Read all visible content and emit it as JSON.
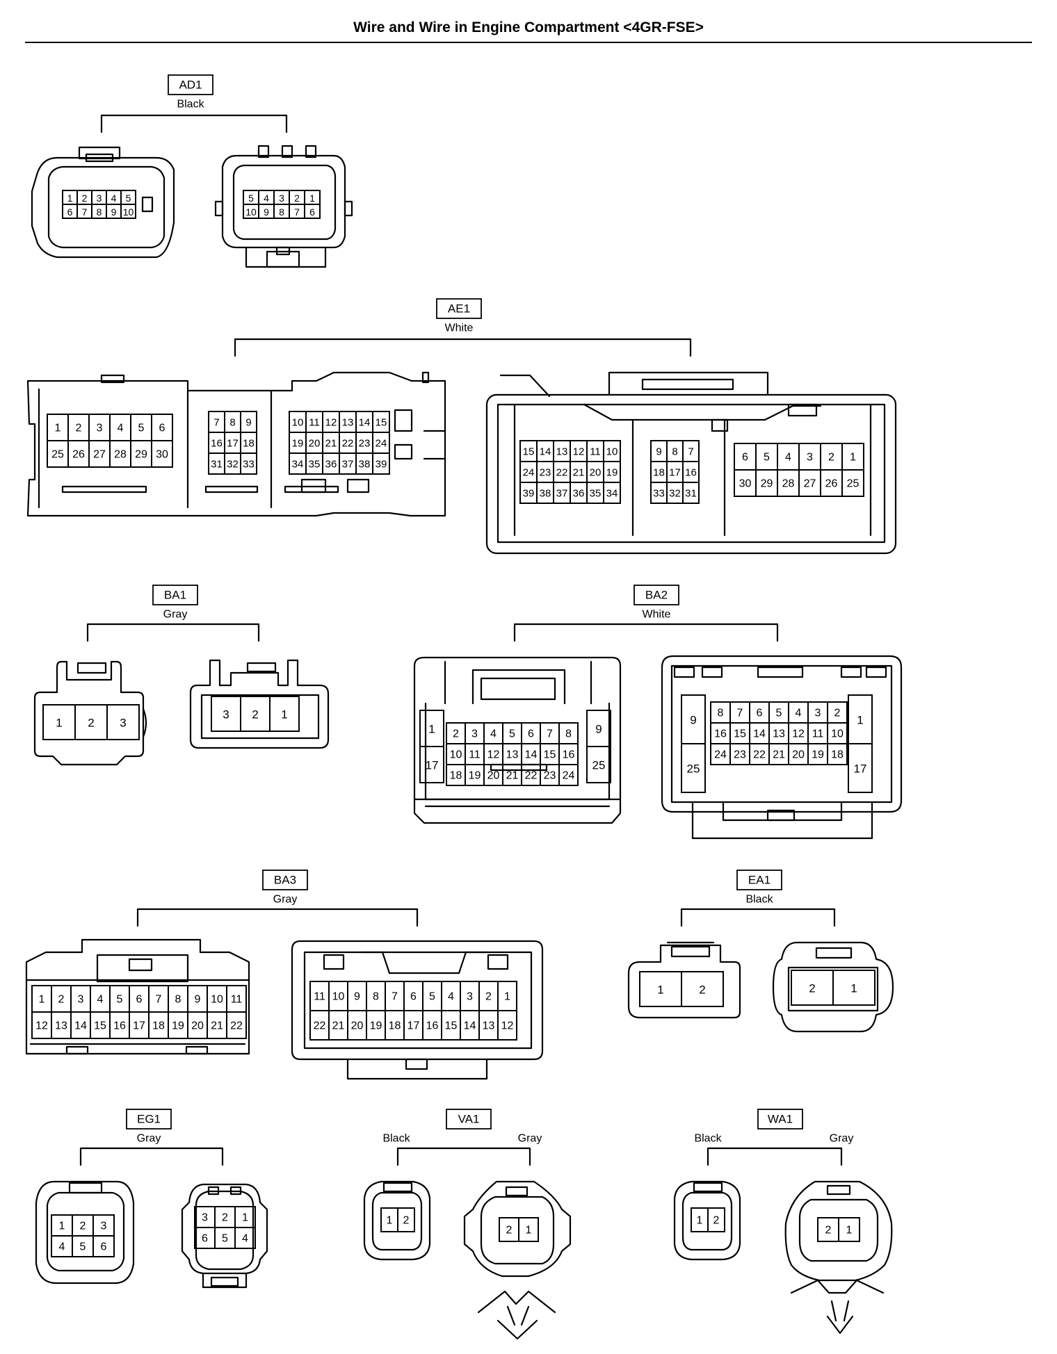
{
  "page": {
    "title": "Wire and Wire in Engine Compartment <4GR-FSE>"
  },
  "connectors": {
    "AD1": {
      "code": "AD1",
      "color": "Black",
      "left": {
        "rows": [
          [
            "1",
            "2",
            "3",
            "4",
            "5"
          ],
          [
            "6",
            "7",
            "8",
            "9",
            "10"
          ]
        ]
      },
      "right": {
        "rows": [
          [
            "5",
            "4",
            "3",
            "2",
            "1"
          ],
          [
            "10",
            "9",
            "8",
            "7",
            "6"
          ]
        ]
      }
    },
    "AE1": {
      "code": "AE1",
      "color": "White",
      "left": {
        "blocks": [
          [
            [
              "1",
              "2",
              "3",
              "4",
              "5",
              "6"
            ],
            [
              "25",
              "26",
              "27",
              "28",
              "29",
              "30"
            ]
          ],
          [
            [
              "7",
              "8",
              "9"
            ],
            [
              "16",
              "17",
              "18"
            ],
            [
              "31",
              "32",
              "33"
            ]
          ],
          [
            [
              "10",
              "11",
              "12",
              "13",
              "14",
              "15"
            ],
            [
              "19",
              "20",
              "21",
              "22",
              "23",
              "24"
            ],
            [
              "34",
              "35",
              "36",
              "37",
              "38",
              "39"
            ]
          ]
        ]
      },
      "right": {
        "blocks": [
          [
            [
              "15",
              "14",
              "13",
              "12",
              "11",
              "10"
            ],
            [
              "24",
              "23",
              "22",
              "21",
              "20",
              "19"
            ],
            [
              "39",
              "38",
              "37",
              "36",
              "35",
              "34"
            ]
          ],
          [
            [
              "9",
              "8",
              "7"
            ],
            [
              "18",
              "17",
              "16"
            ],
            [
              "33",
              "32",
              "31"
            ]
          ],
          [
            [
              "6",
              "5",
              "4",
              "3",
              "2",
              "1"
            ],
            [
              "30",
              "29",
              "28",
              "27",
              "26",
              "25"
            ]
          ]
        ]
      }
    },
    "BA1": {
      "code": "BA1",
      "color": "Gray",
      "left": {
        "rows": [
          [
            "1",
            "2",
            "3"
          ]
        ]
      },
      "right": {
        "rows": [
          [
            "3",
            "2",
            "1"
          ]
        ]
      }
    },
    "BA2": {
      "code": "BA2",
      "color": "White",
      "left": {
        "side_left": [
          "1",
          "17"
        ],
        "rows": [
          [
            "2",
            "3",
            "4",
            "5",
            "6",
            "7",
            "8"
          ],
          [
            "10",
            "11",
            "12",
            "13",
            "14",
            "15",
            "16"
          ],
          [
            "18",
            "19",
            "20",
            "21",
            "22",
            "23",
            "24"
          ]
        ],
        "side_right": [
          "9",
          "25"
        ]
      },
      "right": {
        "side_left": [
          "9",
          "25"
        ],
        "rows": [
          [
            "8",
            "7",
            "6",
            "5",
            "4",
            "3",
            "2"
          ],
          [
            "16",
            "15",
            "14",
            "13",
            "12",
            "11",
            "10"
          ],
          [
            "24",
            "23",
            "22",
            "21",
            "20",
            "19",
            "18"
          ]
        ],
        "side_right": [
          "1",
          "17"
        ]
      }
    },
    "BA3": {
      "code": "BA3",
      "color": "Gray",
      "left": {
        "rows": [
          [
            "1",
            "2",
            "3",
            "4",
            "5",
            "6",
            "7",
            "8",
            "9",
            "10",
            "11"
          ],
          [
            "12",
            "13",
            "14",
            "15",
            "16",
            "17",
            "18",
            "19",
            "20",
            "21",
            "22"
          ]
        ]
      },
      "right": {
        "rows": [
          [
            "11",
            "10",
            "9",
            "8",
            "7",
            "6",
            "5",
            "4",
            "3",
            "2",
            "1"
          ],
          [
            "22",
            "21",
            "20",
            "19",
            "18",
            "17",
            "16",
            "15",
            "14",
            "13",
            "12"
          ]
        ]
      }
    },
    "EA1": {
      "code": "EA1",
      "color": "Black",
      "left": {
        "rows": [
          [
            "1",
            "2"
          ]
        ]
      },
      "right": {
        "rows": [
          [
            "2",
            "1"
          ]
        ]
      }
    },
    "EG1": {
      "code": "EG1",
      "color": "Gray",
      "left": {
        "rows": [
          [
            "1",
            "2",
            "3"
          ],
          [
            "4",
            "5",
            "6"
          ]
        ]
      },
      "right": {
        "rows": [
          [
            "3",
            "2",
            "1"
          ],
          [
            "6",
            "5",
            "4"
          ]
        ]
      }
    },
    "VA1": {
      "code": "VA1",
      "color_left": "Black",
      "color_right": "Gray",
      "left": {
        "rows": [
          [
            "1",
            "2"
          ]
        ]
      },
      "right": {
        "rows": [
          [
            "2",
            "1"
          ]
        ]
      }
    },
    "WA1": {
      "code": "WA1",
      "color_left": "Black",
      "color_right": "Gray",
      "left": {
        "rows": [
          [
            "1",
            "2"
          ]
        ]
      },
      "right": {
        "rows": [
          [
            "2",
            "1"
          ]
        ]
      }
    }
  }
}
